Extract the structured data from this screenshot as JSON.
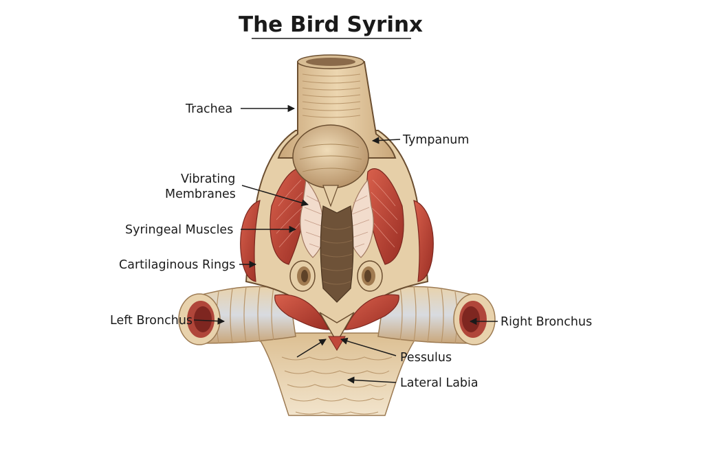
{
  "title": "The Bird Syrinx",
  "labels": {
    "trachea": "Trachea",
    "tympanum": "Tympanum",
    "vibrating_membranes_line1": "Vibrating",
    "vibrating_membranes_line2": "Membranes",
    "syringeal_muscles": "Syringeal Muscles",
    "cartilaginous_rings": "Cartilaginous Rings",
    "left_bronchus": "Left Bronchus",
    "right_bronchus": "Right Bronchus",
    "pessulus": "Pessulus",
    "lateral_labia": "Lateral Labia"
  },
  "colors": {
    "cartilage": "#e2c9a0",
    "cartilage_dark": "#b8956a",
    "muscle": "#c0483a",
    "muscle_dark": "#8e2a22",
    "membrane": "#f0d8c8",
    "outline": "#5a4128"
  }
}
